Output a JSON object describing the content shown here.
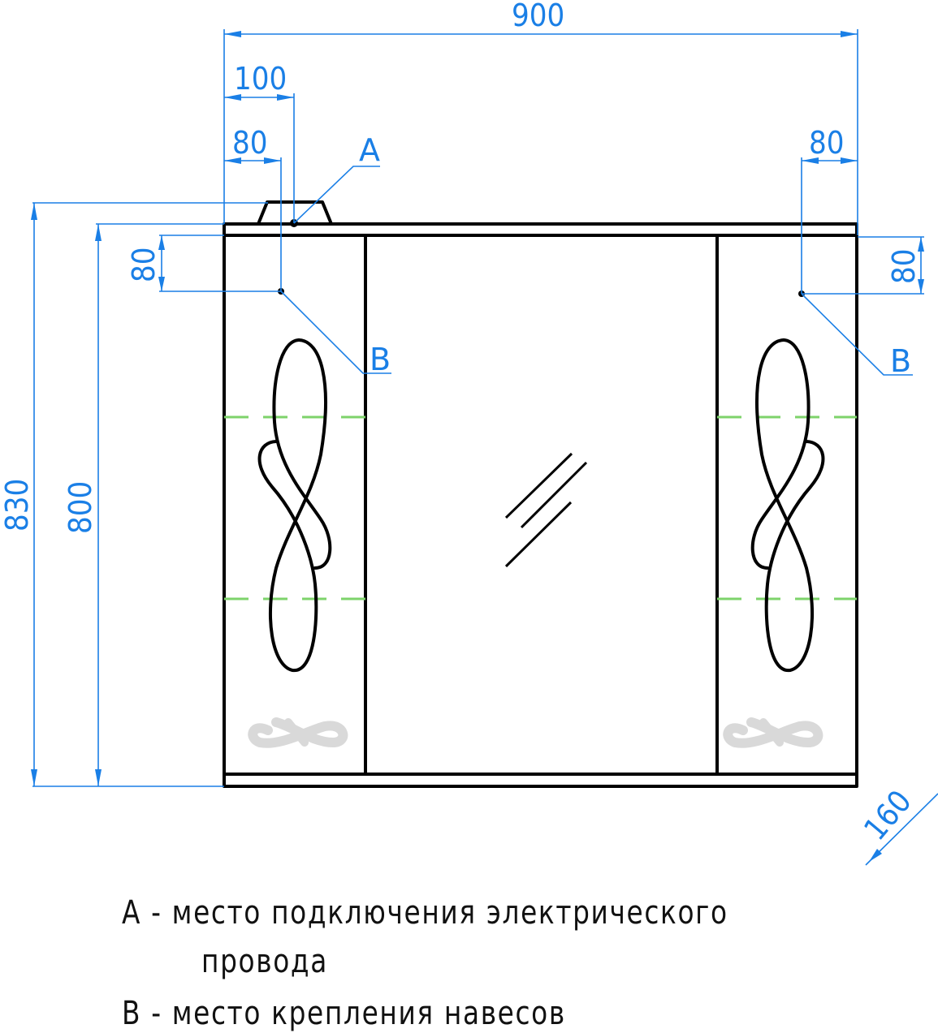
{
  "drawing": {
    "title": "Mirror cabinet dimensional drawing",
    "dimensions": {
      "overall_width": "900",
      "offset_a_from_left": "100",
      "offset_b_left_from_left": "80",
      "offset_b_right_from_right": "80",
      "offset_b_left_from_top": "80",
      "offset_b_right_from_top": "80",
      "overall_height": "830",
      "body_height": "800",
      "depth": "160"
    },
    "markers": {
      "a": "A",
      "b_left": "B",
      "b_right": "B"
    },
    "colors": {
      "dimension": "#1a7fe6",
      "outline": "#000000",
      "hinge_line": "#7ed36b",
      "ornament_shadow": "#d9d9d9"
    }
  },
  "legend": {
    "line1": "A - место подключения электрического",
    "line2": "провода",
    "line3": "В - место крепления навесов"
  }
}
